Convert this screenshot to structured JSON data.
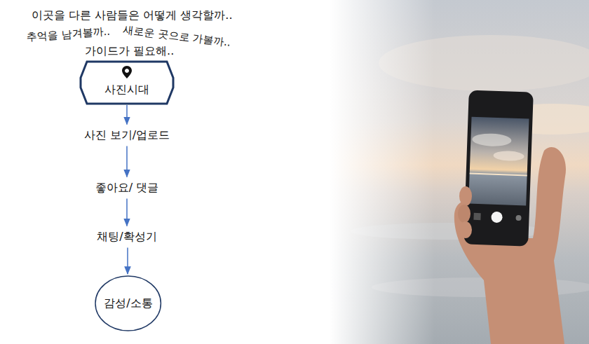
{
  "diagram": {
    "nodes": [
      {
        "text": [
          "사진시대"
        ]
      },
      {
        "text": [
          "사진 보기/업로드"
        ]
      },
      {
        "text": [
          "좋아요/ 댓글"
        ]
      },
      {
        "text": [
          "채팅/확성기"
        ]
      },
      {
        "text": [
          "감성/소통"
        ]
      }
    ],
    "edges": [
      {
        "from": 0,
        "to": 1,
        "arrow": "to"
      },
      {
        "from": 1,
        "to": 2,
        "arrow": "to"
      },
      {
        "from": 2,
        "to": 3,
        "arrow": "to"
      },
      {
        "from": 3,
        "to": 4,
        "arrow": "to"
      }
    ],
    "labels": [
      "이곳을 다른 사람들은 어떻게 생각할까..",
      "추억을 남겨볼까..",
      "새로운 곳으로 가볼까..",
      "가이드가 필요해.."
    ]
  }
}
